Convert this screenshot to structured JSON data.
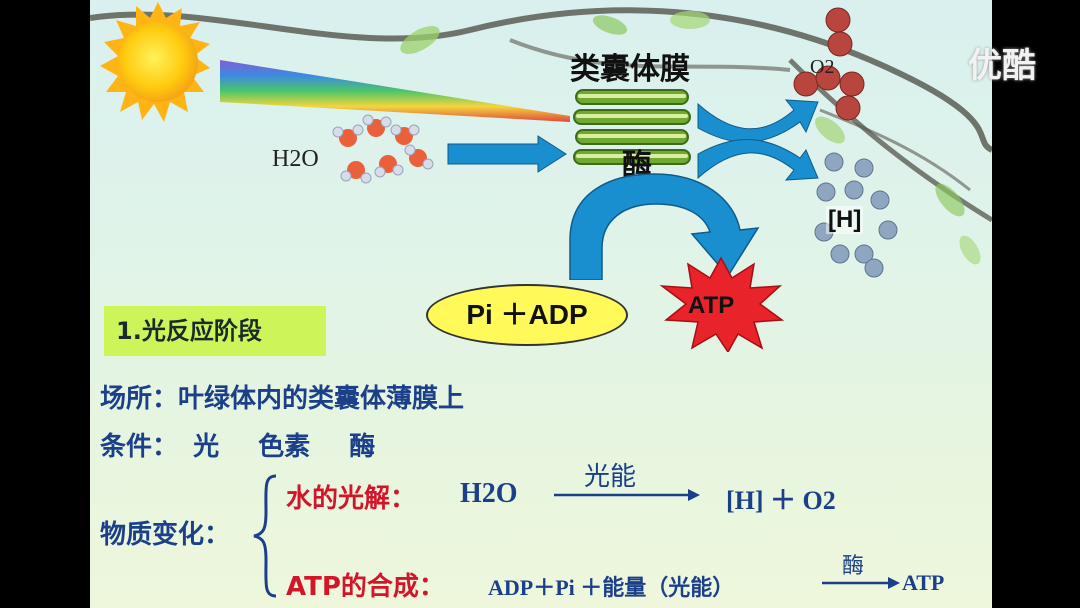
{
  "watermark": "优酷",
  "diagram": {
    "membrane_label": "类囊体膜",
    "enzyme_label": "酶",
    "water_label": "H2O",
    "oxygen_label": "O2",
    "hydrogen_label": "[H]",
    "pi_adp_label": "Pi ＋ADP",
    "atp_label": "ATP"
  },
  "section": {
    "title": "1.光反应阶段",
    "location_label": "场所：",
    "location_value": "叶绿体内的类囊体薄膜上",
    "condition_label": "条件：",
    "condition_items": [
      "光",
      "色素",
      "酶"
    ],
    "change_label": "物质变化：",
    "photolysis_label": "水的光解：",
    "photolysis_reactant": "H2O",
    "photolysis_condition": "光能",
    "photolysis_products": "[H] ＋ O2",
    "atp_synthesis_label": "ATP的合成：",
    "atp_synthesis_reactants": "ADP＋Pi ＋能量（光能）",
    "atp_synthesis_condition": "酶",
    "atp_synthesis_product": "ATP"
  },
  "colors": {
    "section_title_bg": "#cdf55a",
    "text_blue": "#1c3f8a",
    "text_red": "#d3152a",
    "arrow_blue": "#1a8fd0",
    "atp_star": "#e8232a",
    "pi_adp_fill": "#fff95a",
    "thylakoid_green": "#6fa832"
  }
}
